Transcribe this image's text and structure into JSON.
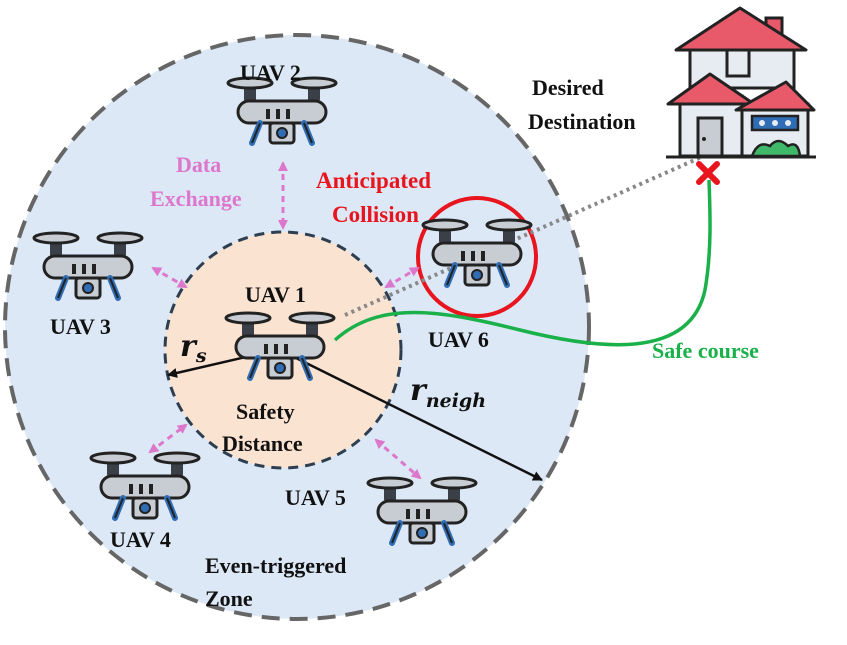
{
  "labels": {
    "uav1": "UAV 1",
    "uav2": "UAV 2",
    "uav3": "UAV 3",
    "uav4": "UAV 4",
    "uav5": "UAV 5",
    "uav6": "UAV 6",
    "data_exchange_line1": "Data",
    "data_exchange_line2": "Exchange",
    "collision_line1": "Anticipated",
    "collision_line2": "Collision",
    "destination_line1": "Desired",
    "destination_line2": "Destination",
    "safe_course": "Safe course",
    "safety_line1": "Safety",
    "safety_line2": "Distance",
    "zone_line1": "Even-triggered",
    "zone_line2": "Zone",
    "r_s_base": "r",
    "r_s_sub": "s",
    "r_neigh_base": "r",
    "r_neigh_sub": "neigh"
  },
  "colors": {
    "zone_fill": "#dce8f6",
    "safety_fill": "#fbe3d2",
    "boundary_stroke": "#666666",
    "exchange_arrow": "#dd77cc",
    "exchange_text": "#dd77cc",
    "collision_red": "#e8141e",
    "safe_green": "#1ab04a",
    "house_roof": "#e85a6a",
    "drone_body": "#c8ccd3",
    "drone_outline": "#222222"
  },
  "icons": [
    "drone-icon",
    "house-icon",
    "cross-icon"
  ]
}
